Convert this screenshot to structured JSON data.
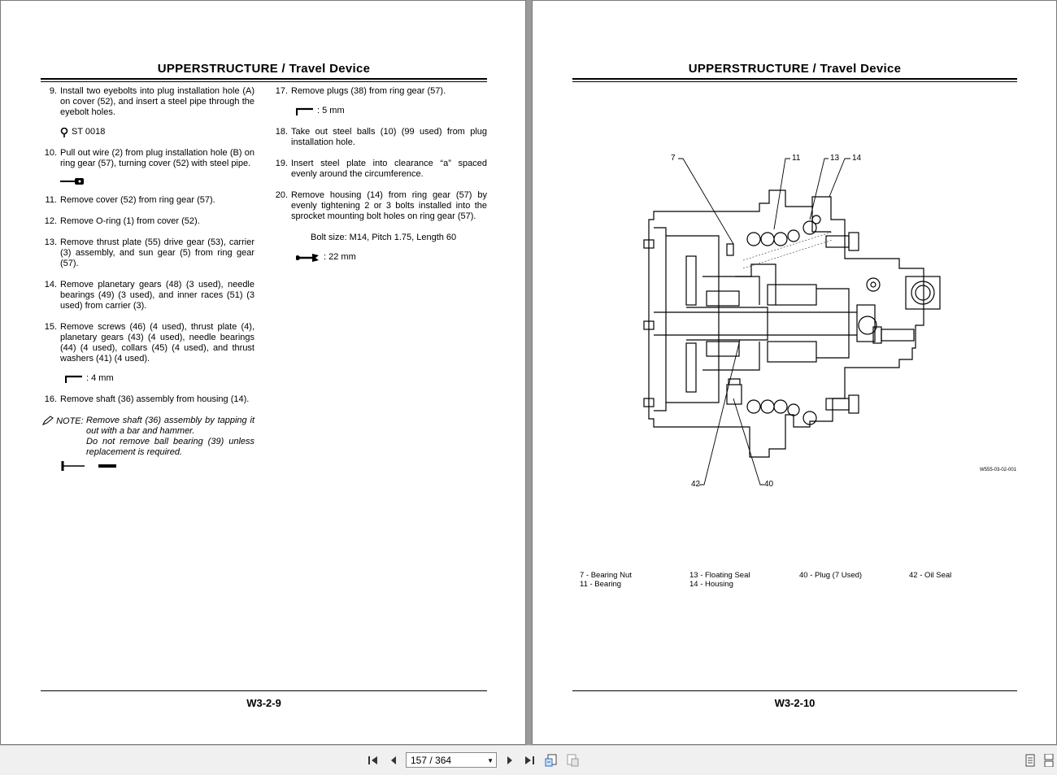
{
  "left_page": {
    "header": "UPPERSTRUCTURE / Travel Device",
    "footer": "W3-2-9",
    "col1": [
      {
        "num": "9.",
        "text": "Install two eyebolts into plug installation hole (A) on cover (52), and insert a steel pipe through the eyebolt holes."
      },
      {
        "tool": "ST 0018"
      },
      {
        "num": "10.",
        "text": "Pull out wire (2) from plug installation hole (B) on ring gear (57), turning cover (52) with steel pipe."
      },
      {
        "num": "11.",
        "text": "Remove cover (52) from ring gear (57)."
      },
      {
        "num": "12.",
        "text": "Remove O-ring (1) from cover (52)."
      },
      {
        "num": "13.",
        "text": "Remove thrust plate (55) drive gear (53), carrier (3) assembly, and sun gear (5) from ring gear (57)."
      },
      {
        "num": "14.",
        "text": "Remove planetary gears (48) (3 used), needle bearings (49) (3 used), and inner races (51) (3 used) from carrier (3)."
      },
      {
        "num": "15.",
        "text": "Remove screws (46) (4 used), thrust plate (4), planetary gears (43) (4 used), needle bearings (44) (4 used), collars (45) (4 used), and thrust washers (41) (4 used)."
      },
      {
        "tool": ":  4 mm"
      },
      {
        "num": "16.",
        "text": "Remove shaft (36) assembly from housing (14)."
      }
    ],
    "note": {
      "label": "NOTE:",
      "lines": [
        "Remove shaft (36) assembly by tapping it out with a bar and hammer.",
        "Do not remove ball bearing (39) unless replacement is required."
      ]
    },
    "col2": [
      {
        "num": "17.",
        "text": "Remove plugs (38) from ring gear (57)."
      },
      {
        "tool": ":  5 mm"
      },
      {
        "num": "18.",
        "text": "Take out steel balls (10) (99 used) from plug installation hole."
      },
      {
        "num": "19.",
        "text": "Insert steel plate into clearance “a” spaced evenly around the circumference."
      },
      {
        "num": "20.",
        "text": "Remove housing (14) from ring gear (57) by evenly tightening 2 or 3 bolts installed into the sprocket mounting bolt holes on ring gear (57)."
      },
      {
        "plain": "Bolt size: M14, Pitch 1.75, Length 60"
      },
      {
        "tool": ":  22 mm"
      }
    ]
  },
  "right_page": {
    "header": "UPPERSTRUCTURE / Travel Device",
    "footer": "W3-2-10",
    "figure_id": "W555-03-02-001",
    "callouts": [
      "7",
      "11",
      "13",
      "14",
      "42",
      "40"
    ],
    "legend": [
      [
        "7 -   Bearing Nut",
        "11 - Bearing"
      ],
      [
        "13 - Floating Seal",
        "14 - Housing"
      ],
      [
        "40 - Plug (7 Used)"
      ],
      [
        "42 - Oil Seal"
      ]
    ]
  },
  "toolbar": {
    "page_indicator": "157 / 364",
    "first_page": "first-page",
    "prev_page": "previous-page",
    "next_page": "next-page",
    "last_page": "last-page"
  }
}
